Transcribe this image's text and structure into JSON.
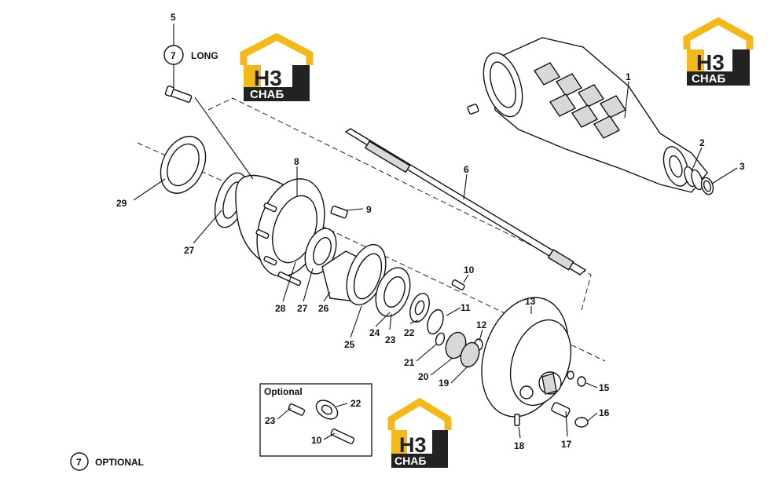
{
  "callouts": [
    {
      "id": "c1",
      "text": "1"
    },
    {
      "id": "c2",
      "text": "2"
    },
    {
      "id": "c3",
      "text": "3"
    },
    {
      "id": "c5",
      "text": "5"
    },
    {
      "id": "c6",
      "text": "6"
    },
    {
      "id": "c8",
      "text": "8"
    },
    {
      "id": "c9",
      "text": "9"
    },
    {
      "id": "c10",
      "text": "10"
    },
    {
      "id": "c11",
      "text": "11"
    },
    {
      "id": "c12",
      "text": "12"
    },
    {
      "id": "c13",
      "text": "13"
    },
    {
      "id": "c15",
      "text": "15"
    },
    {
      "id": "c16",
      "text": "16"
    },
    {
      "id": "c17",
      "text": "17"
    },
    {
      "id": "c18",
      "text": "18"
    },
    {
      "id": "c19",
      "text": "19"
    },
    {
      "id": "c20",
      "text": "20"
    },
    {
      "id": "c21",
      "text": "21"
    },
    {
      "id": "c22",
      "text": "22"
    },
    {
      "id": "c23",
      "text": "23"
    },
    {
      "id": "c24",
      "text": "24"
    },
    {
      "id": "c25",
      "text": "25"
    },
    {
      "id": "c26",
      "text": "26"
    },
    {
      "id": "c27a",
      "text": "27"
    },
    {
      "id": "c27b",
      "text": "27"
    },
    {
      "id": "c28",
      "text": "28"
    },
    {
      "id": "c29",
      "text": "29"
    }
  ],
  "notes": {
    "long_num": "7",
    "long_label": "LONG",
    "optional_num": "7",
    "optional_label": "OPTIONAL"
  },
  "inset": {
    "title": "Optional",
    "callout_22": "22",
    "callout_23": "23",
    "callout_10": "10"
  },
  "logo": {
    "letters": "H3",
    "sub": "СНАБ",
    "colors": {
      "yellow": "#f2b81c",
      "dark": "#222222"
    }
  }
}
